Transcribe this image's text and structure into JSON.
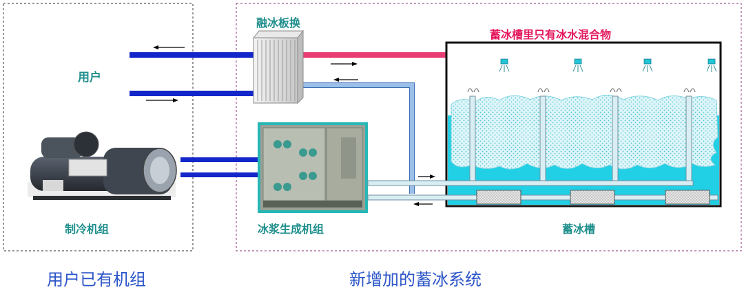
{
  "labels": {
    "plate_exchanger": "融冰板换",
    "tank_mix_note": "蓄冰槽里只有冰水混合物",
    "user": "用户",
    "chiller": "制冷机组",
    "ice_slurry_unit": "冰浆生成机组",
    "ice_tank": "蓄冰槽"
  },
  "captions": {
    "existing": "用户已有机组",
    "new_system": "新增加的蓄冰系统"
  },
  "colors": {
    "pipe_dark_blue": "#1226c9",
    "pipe_pink": "#e83d72",
    "pipe_light_blue": "#9bbfe8",
    "pipe_pale_cyan": "#cfeaf1",
    "water_cyan": "#22d0e6",
    "ice_slurry": "#dff5f8",
    "label_teal": "#1f8f8c",
    "label_pink": "#e4185e",
    "caption_blue": "#2b55c8",
    "left_box_border": "#555555",
    "right_box_border": "#a05a95"
  }
}
